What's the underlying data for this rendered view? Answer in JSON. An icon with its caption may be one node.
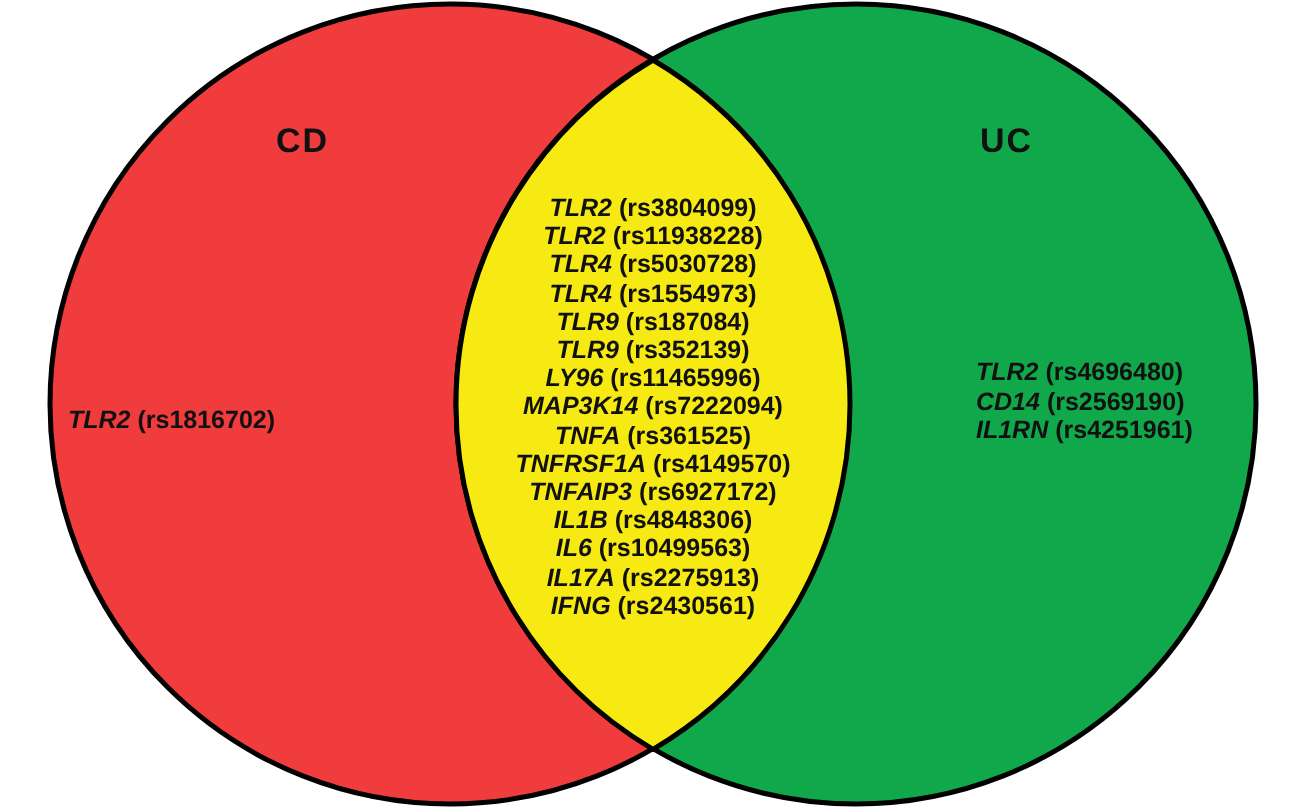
{
  "diagram": {
    "nodes": [
      {
        "text": [
          "CD",
          "*TLR2* (rs1816702)"
        ]
      },
      {
        "text": [
          "UC",
          "*TLR2* (rs4696480)",
          "*CD14* (rs2569190)",
          "*IL1RN* (rs4251961)"
        ]
      },
      {
        "text": [
          "*TLR2* (rs3804099)",
          "*TLR2* (rs11938228)",
          "*TLR4* (rs5030728)",
          "*TLR4* (rs1554973)",
          "*TLR9* (rs187084)",
          "*TLR9* (rs352139)",
          "*LY96* (rs11465996)",
          "*MAP3K14* (rs7222094)",
          "*TNFA* (rs361525)",
          "*TNFRSF1A* (rs4149570)",
          "*TNFAIP3* (rs6927172)",
          "*IL1B* (rs4848306)",
          "*IL6* (rs10499563)",
          "*IL17A* (rs2275913)",
          "*IFNG* (rs2430561)"
        ]
      }
    ]
  }
}
